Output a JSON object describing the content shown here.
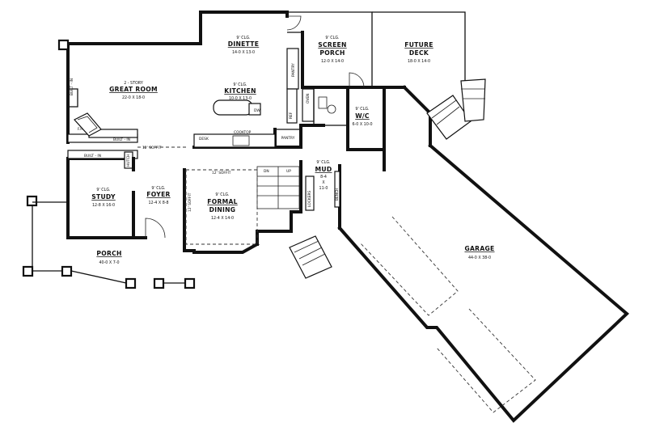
{
  "rooms": {
    "dinette": {
      "ceiling": "9' CLG.",
      "name": "DINETTE",
      "size": "14-0 X 13-0"
    },
    "screen_porch": {
      "ceiling": "9' CLG.",
      "name1": "SCREEN",
      "name2": "PORCH",
      "size": "12-0 X 14-0"
    },
    "future_deck": {
      "name1": "FUTURE",
      "name2": "DECK",
      "size": "18-0 X 14-0"
    },
    "great_room": {
      "ceiling": "2 - STORY",
      "name": "GREAT ROOM",
      "size": "22-0 X 18-0"
    },
    "kitchen": {
      "ceiling": "9' CLG.",
      "name": "KITCHEN",
      "size": "10-0 X 13-0"
    },
    "wic": {
      "ceiling": "9' CLG.",
      "name": "W/C",
      "size": "6-0 X 10-0"
    },
    "pantry": {
      "name": "PANTRY"
    },
    "mud": {
      "ceiling": "9' CLG.",
      "name": "MUD",
      "size1": "8-4",
      "size2": "X",
      "size3": "11-0"
    },
    "study": {
      "ceiling": "9' CLG.",
      "name": "STUDY",
      "size": "12-8 X 16-0"
    },
    "foyer": {
      "ceiling": "9' CLG.",
      "name": "FOYER",
      "size": "12-4 X 8-8"
    },
    "formal_dining": {
      "ceiling": "9' CLG.",
      "name1": "FORMAL",
      "name2": "DINING",
      "size": "12-4 X 14-0"
    },
    "garage": {
      "name": "GARAGE",
      "size": "44-0 X 38-0"
    },
    "porch": {
      "name": "PORCH",
      "size": "40-0 X 7-0"
    }
  },
  "labels": {
    "built_in_1": "BUILT - IN",
    "built_in_2": "BUILT - IN",
    "built_in_3": "BUILT - IN",
    "fp": "F.P.",
    "soffit_1": "12' SOFFIT",
    "soffit_2": "12' SOFFIT",
    "soffit_3": "12' SOFFIT",
    "desk": "DESK",
    "cooktop": "COOKTOP",
    "pantry_side": "PANTRY",
    "dw": "DW",
    "ref": "REF",
    "oven": "OVEN",
    "dn": "DN",
    "up": "UP",
    "lockers": "LOCKERS",
    "bench": "BENCH",
    "hutch": "HUTCH"
  }
}
